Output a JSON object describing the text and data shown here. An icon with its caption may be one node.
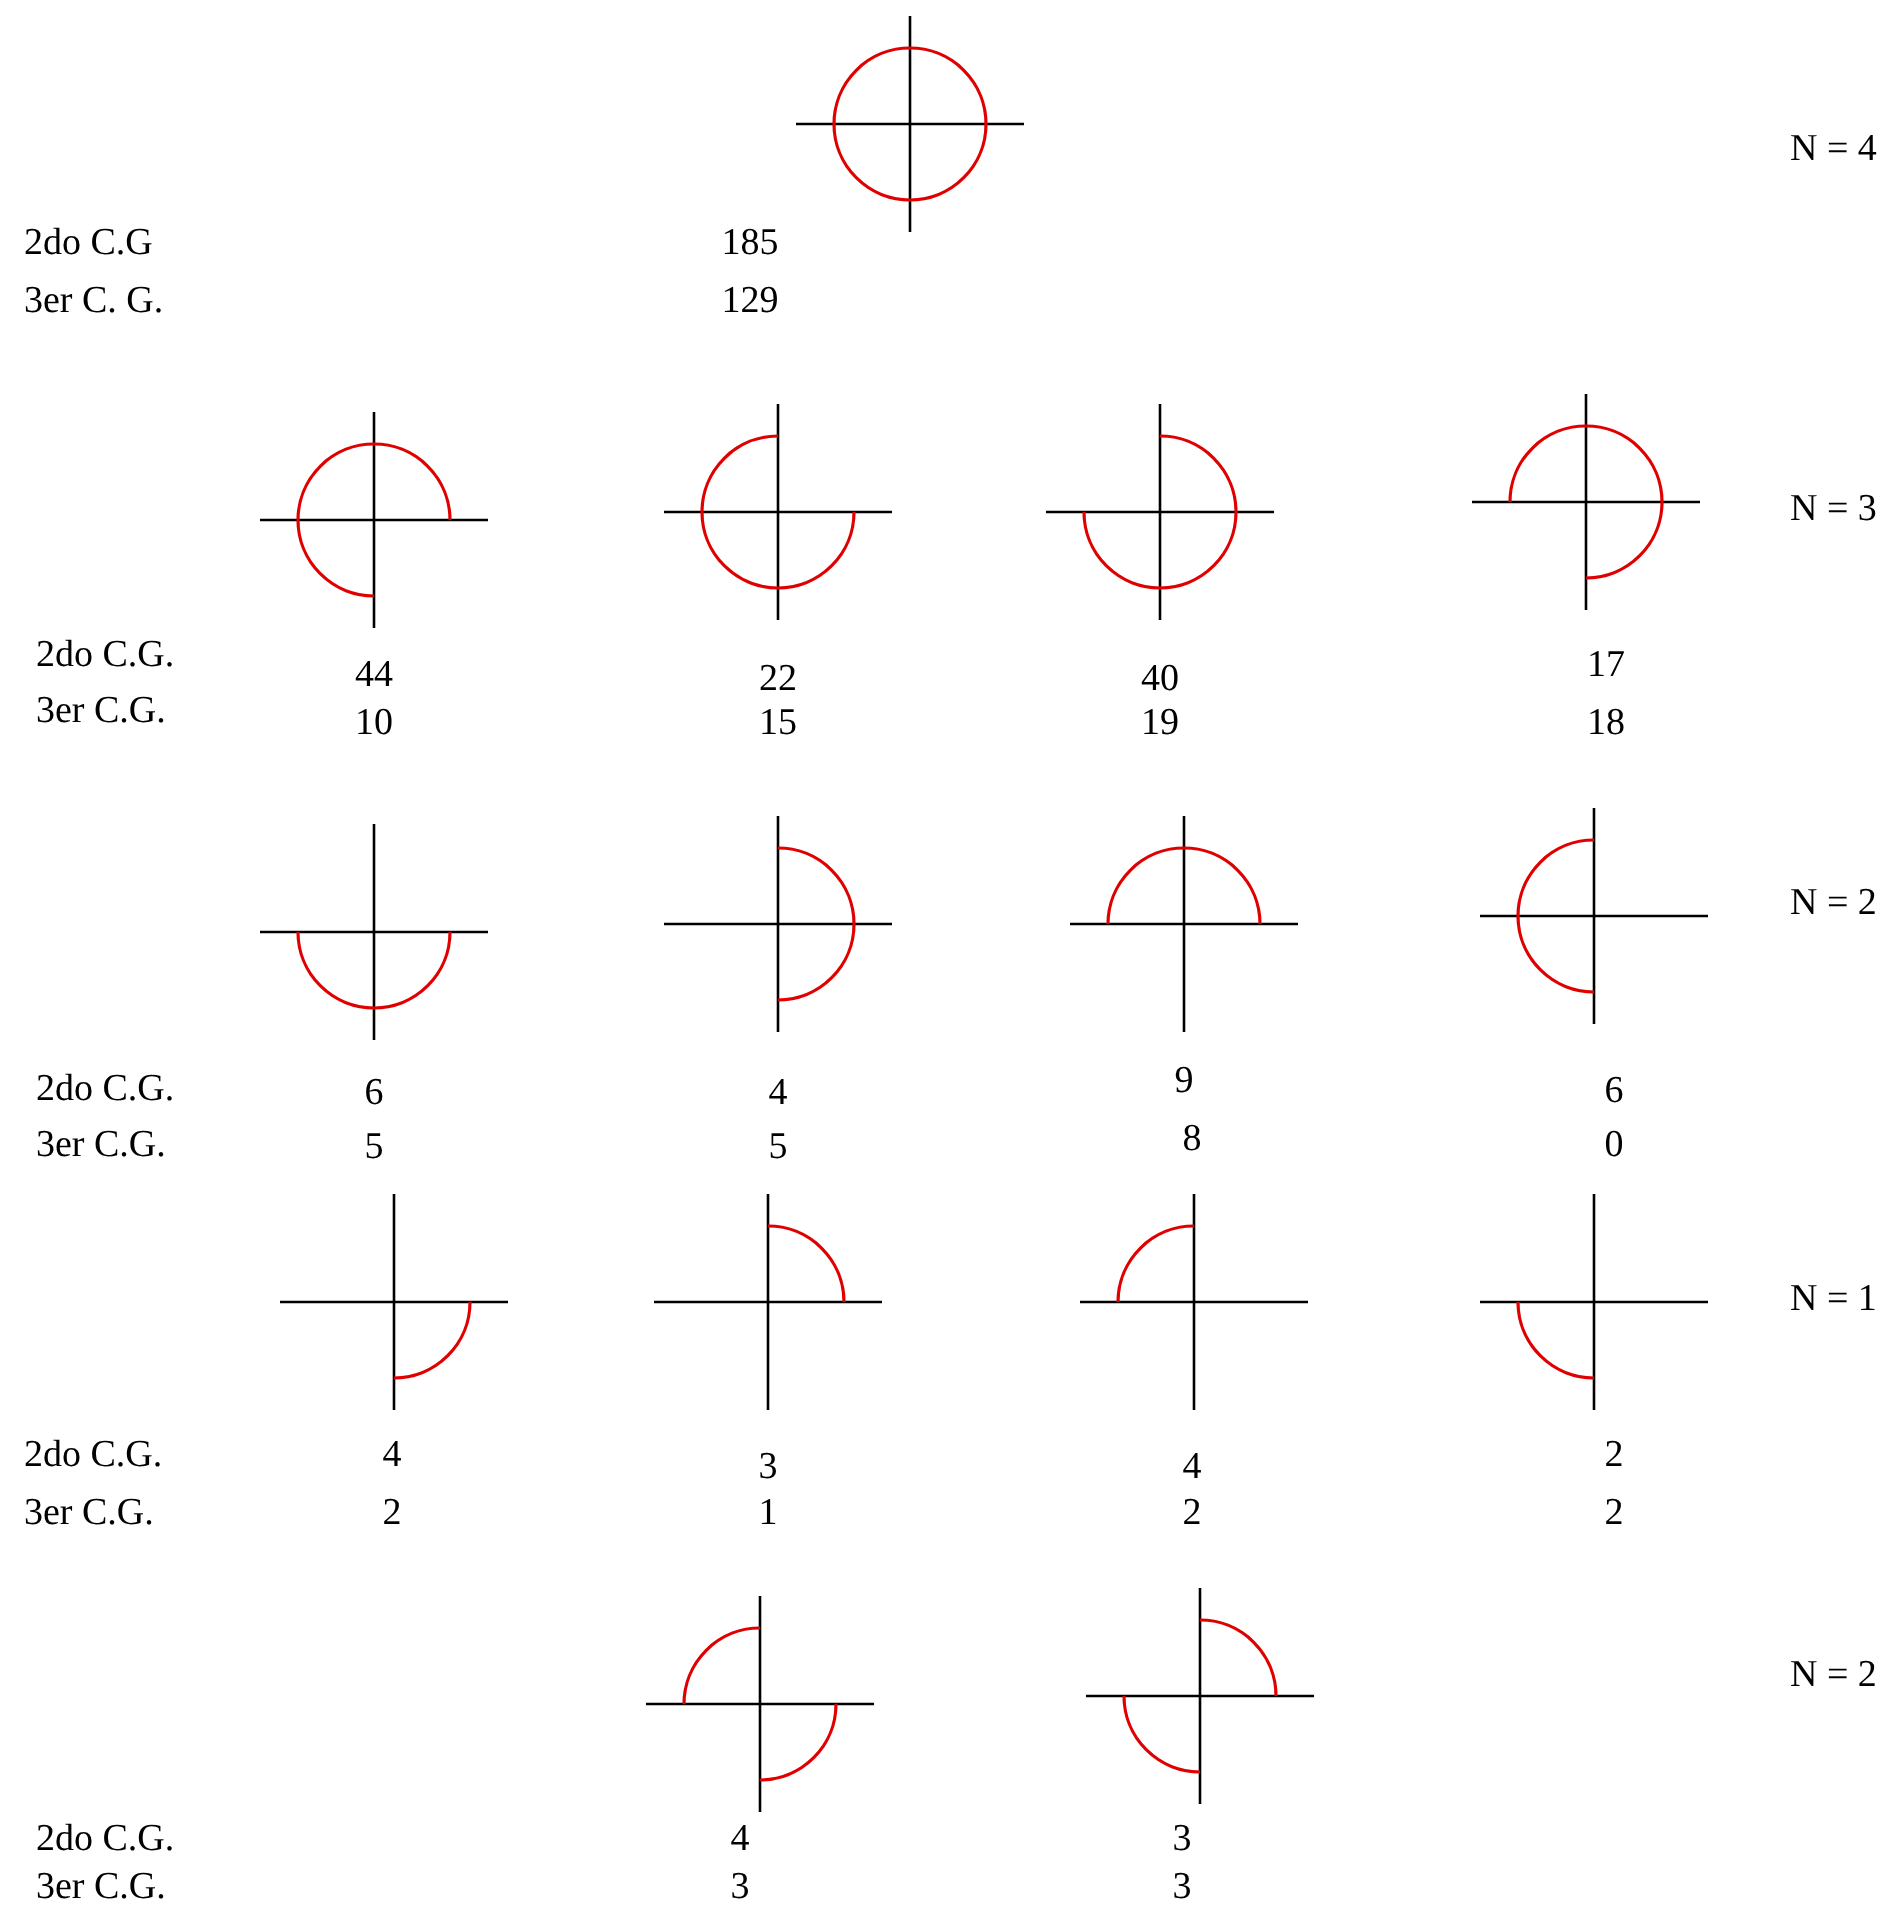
{
  "diagram": {
    "labels": [
      "N = 4",
      "2do C.G",
      "185",
      "3er C. G.",
      "129",
      "N = 3",
      "2do C.G.",
      "44",
      "22",
      "40",
      "17",
      "3er C.G.",
      "10",
      "15",
      "19",
      "18",
      "N = 2",
      "2do C.G.",
      "6",
      "4",
      "9",
      "6",
      "3er C.G.",
      "5",
      "5",
      "8",
      "0",
      "N = 1",
      "2do C.G.",
      "4",
      "3",
      "4",
      "2",
      "3er C.G.",
      "2",
      "1",
      "2",
      "2",
      "N = 2",
      "2do C.G.",
      "4",
      "3",
      "3er C.G.",
      "3",
      "3"
    ]
  }
}
